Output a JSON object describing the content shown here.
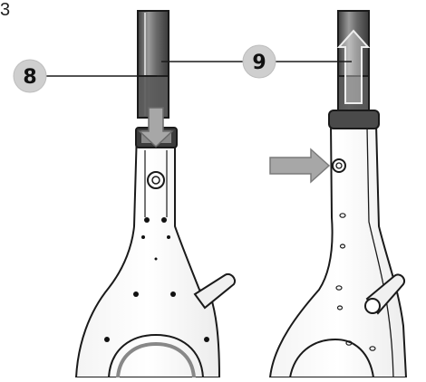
{
  "figure": {
    "corner_label": "3",
    "callouts": [
      {
        "number": "8"
      },
      {
        "number": "9"
      }
    ],
    "colors": {
      "line": "#1a1a1a",
      "arrow_fill": "#a7a7a7",
      "callout_fill": "#cfcfcf",
      "tube_dark": "#555555",
      "tube_mid": "#8c8c8c",
      "collar": "#4a4a4a"
    },
    "icons": [
      "arrow-down-icon",
      "arrow-up-icon",
      "arrow-right-icon"
    ]
  }
}
